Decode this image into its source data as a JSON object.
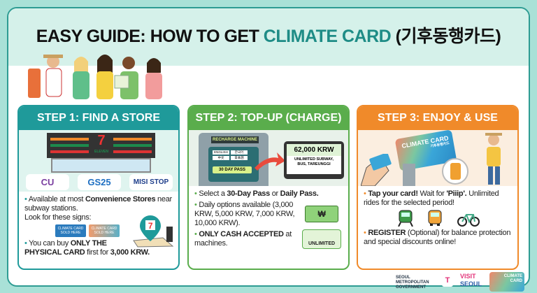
{
  "title": {
    "prefix": "EASY GUIDE: HOW TO GET ",
    "highlight": "CLIMATE CARD",
    "suffix": " (기후동행카드)"
  },
  "colors": {
    "step1": "#1f9a9a",
    "step2": "#5aad4c",
    "step3": "#f08a2a",
    "background": "#a9e1d7"
  },
  "step1": {
    "header": "STEP 1: FIND A STORE",
    "store_sign": "ELEVEN",
    "logos": [
      "CU",
      "GS25",
      "MISI STOP"
    ],
    "b1": {
      "t1": "Available at most ",
      "b1": "Convenience Stores",
      "t2": " near subway stations.",
      "t3": "Look for these signs:"
    },
    "signs": [
      "CLIMATE CARD SOLD HERE",
      "CLIMATE CARD SOLD HERE"
    ],
    "b2": {
      "t1": "You can buy ",
      "b1": "ONLY THE PHYSICAL CARD",
      "t2": " first for ",
      "b2": "3,000 KRW."
    }
  },
  "step2": {
    "header": "STEP 2: TOP-UP (CHARGE)",
    "machine_label": "RECHARGE MACHINE",
    "languages": [
      "ENGLISH",
      "한국어",
      "中文",
      "日本語"
    ],
    "pass_button": "30 DAY PASS",
    "screen_price": "62,000 KRW",
    "screen_desc": "UNLIMITED SUBWAY, BUS, TAREUNGGI",
    "b1": {
      "t1": "Select a ",
      "b1": "30-Day Pass",
      "t2": " or ",
      "b2": "Daily Pass."
    },
    "b2": {
      "t1": "Daily options available (3,000 KRW, 5,000 KRW, 7,000 KRW, 10,000 KRW)."
    },
    "cash_symbol": "₩",
    "unlimited_badge": "UNLIMITED",
    "b3": {
      "b1": "ONLY CASH ACCEPTED",
      "t1": " at machines."
    }
  },
  "step3": {
    "header": "STEP 3: ENJOY & USE",
    "card_title": "CLIMATE CARD",
    "card_sub": "기후동행카드",
    "b1": {
      "b1": "Tap your card!",
      "t1": " Wait for ",
      "b2": "'Piiip'.",
      "t2": " Unlimited rides for the selected period!"
    },
    "transport_icons": [
      "subway-icon",
      "bus-icon",
      "bicycle-icon"
    ],
    "b2": {
      "b1": "REGISTER",
      "t1": " (Optional) for balance protection and special discounts online!"
    }
  },
  "footer": {
    "seoul_gov": "SEOUL METROPOLITAN GOVERNMENT",
    "tmoney": "T",
    "visit": "VISIT",
    "seoul": "SEOUL",
    "card": "CLIMATE CARD"
  }
}
